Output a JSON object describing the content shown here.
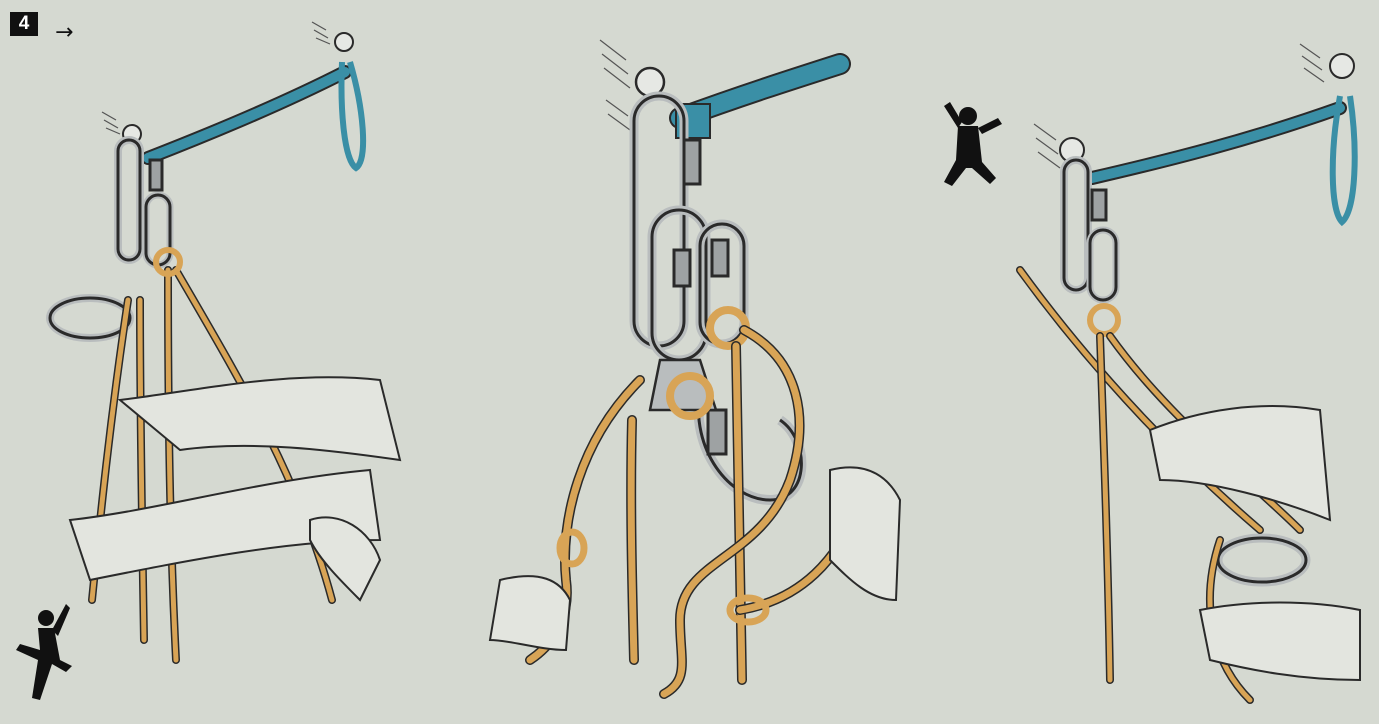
{
  "step": {
    "number": "4",
    "arrow": "→"
  },
  "colors": {
    "background": "#d5d9d1",
    "sling": "#3a8fa6",
    "rope": "#d8a456",
    "metal": "#b9bdbe",
    "outline": "#2a2a2a",
    "skin": "#e3e5df",
    "climber": "#111111"
  },
  "panels": [
    {
      "id": "panel-1",
      "icons": [
        "anchor-bolt-icon",
        "sling-icon",
        "carabiner-icon",
        "rope-icon",
        "climber-icon"
      ]
    },
    {
      "id": "panel-2",
      "icons": [
        "anchor-bolt-icon",
        "sling-icon",
        "carabiner-icon",
        "belay-device-icon",
        "rope-icon"
      ]
    },
    {
      "id": "panel-3",
      "icons": [
        "anchor-bolt-icon",
        "sling-icon",
        "carabiner-icon",
        "rope-icon",
        "climber-icon"
      ]
    }
  ]
}
